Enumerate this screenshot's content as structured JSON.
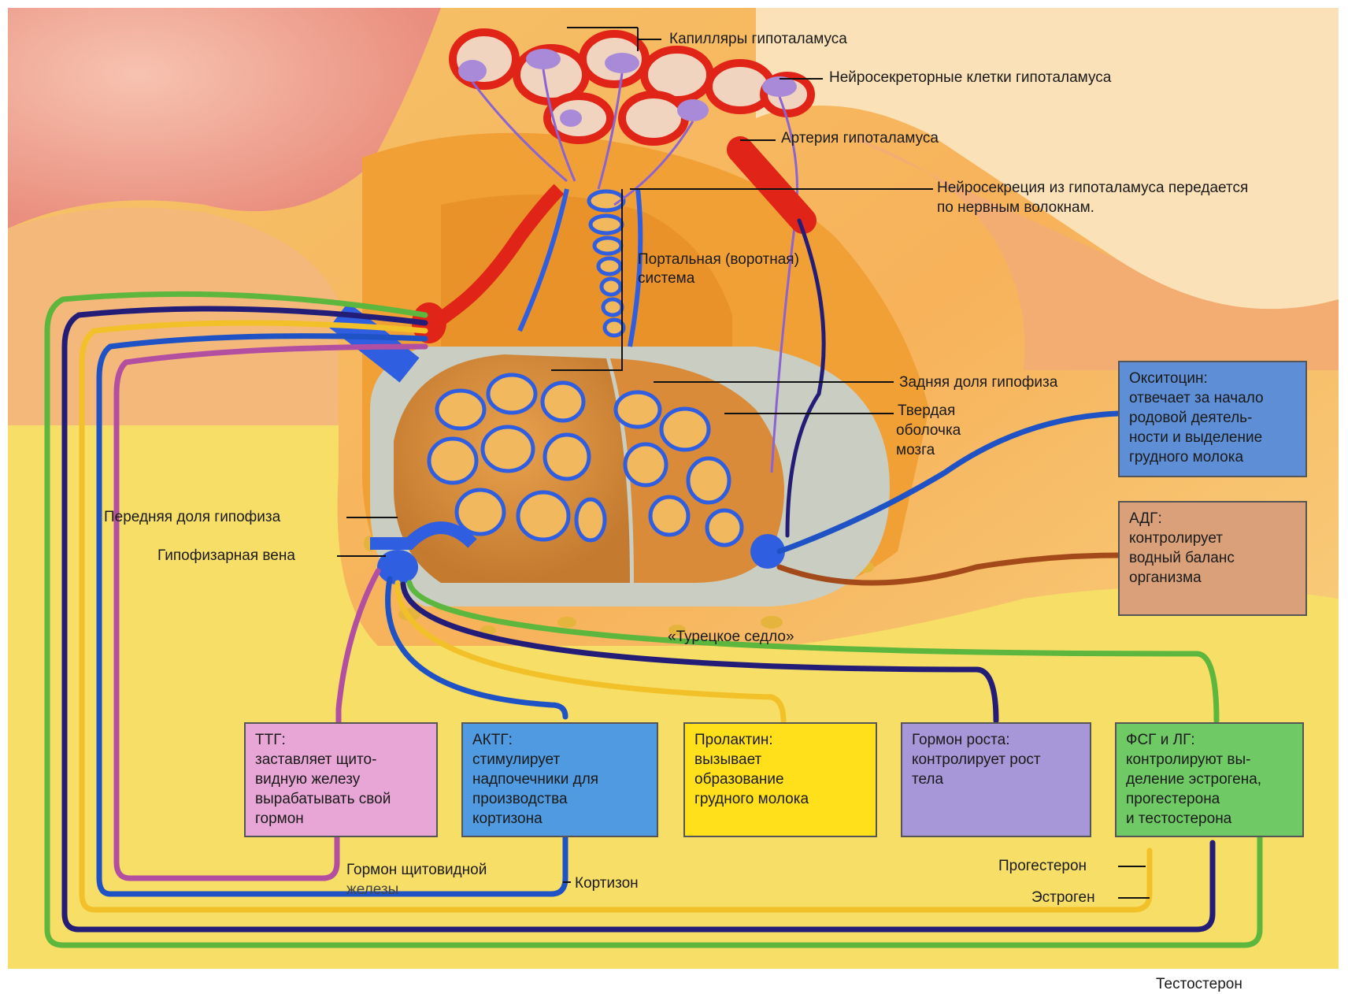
{
  "labels": {
    "capillaries": "Капилляры гипоталамуса",
    "neurosecretory_cells": "Нейросекреторные клетки гипоталамуса",
    "artery": "Артерия гипоталамуса",
    "neurosecretion_1": "Нейросекреция из гипоталамуса передается",
    "neurosecretion_2": "по нервным волокнам.",
    "portal_1": "Портальная (воротная)",
    "portal_2": "система",
    "posterior_lobe": "Задняя доля гипофиза",
    "dura_1": "Твердая",
    "dura_2": "оболочка",
    "dura_3": "мозга",
    "anterior_lobe": "Передняя доля гипофиза",
    "pituitary_vein": "Гипофизарная вена",
    "sella": "«Турецкое седло»",
    "thyroid_hormone_1": "Гормон щитовидной",
    "thyroid_hormone_2": "железы",
    "cortisone": "Кортизон",
    "progesterone": "Прогестерон",
    "estrogen": "Эстроген",
    "testosterone": "Тестостерон"
  },
  "boxes": {
    "oxytocin": {
      "title": "Окситоцин:",
      "text": "отвечает за начало\nродовой деятель-\nности и выделение\nгрудного молока",
      "color": "#5e8fd6"
    },
    "adh": {
      "title": "АДГ:",
      "text": "контролирует\nводный баланс\nорганизма",
      "color": "#d9a07a"
    },
    "tsh": {
      "title": "ТТГ:",
      "text": "заставляет щито-\nвидную железу\nвырабатывать свой\nгормон",
      "color": "#e7a6d6"
    },
    "acth": {
      "title": "АКТГ:",
      "text": "стимулирует\nнадпочечники для\nпроизводства\nкортизона",
      "color": "#4f9ae0"
    },
    "prolactin": {
      "title": "Пролактин:",
      "text": "вызывает\nобразование\nгрудного молока",
      "color": "#ffe01a"
    },
    "growth": {
      "title": "Гормон роста:",
      "text": "контролирует рост\nтела",
      "color": "#a897d8"
    },
    "fsh_lh": {
      "title": "ФСГ и ЛГ:",
      "text": "контролируют вы-\nделение эстрогена,\nпрогестерона\nи тестостерона",
      "color": "#6fc964"
    }
  },
  "colors": {
    "artery_red": "#e02418",
    "vein_blue": "#2f5ee0",
    "tissue_orange": "#f2a12e",
    "bone_yellow": "#f5d24a",
    "hormone_green": "#5db63e",
    "hormone_navy": "#241d78",
    "hormone_yellow": "#f2c12a",
    "hormone_blue": "#1f52c4",
    "hormone_pink": "#b34fa0",
    "hormone_brown": "#a44a1a"
  }
}
